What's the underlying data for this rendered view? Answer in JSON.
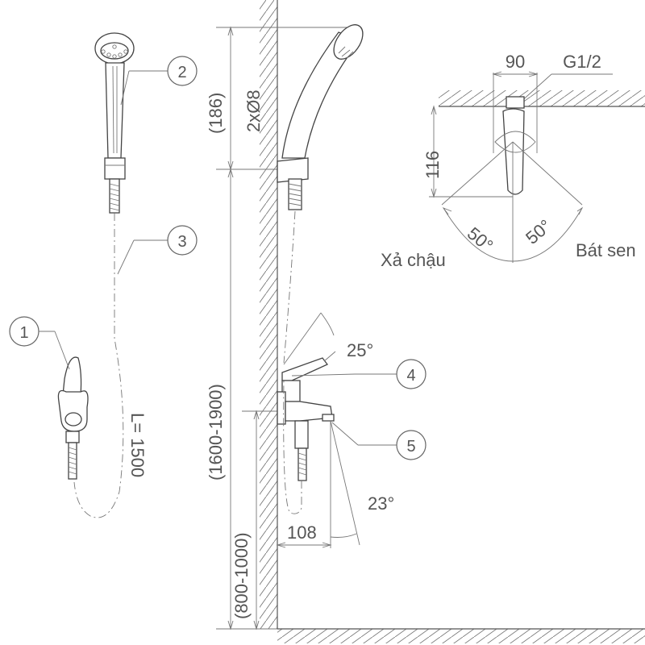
{
  "callouts": {
    "c1": "1",
    "c2": "2",
    "c3": "3",
    "c4": "4",
    "c5": "5"
  },
  "dimensions": {
    "hose_length": "L= 1500",
    "head_height": "(186)",
    "hose_diameter": "2xØ8",
    "holder_height": "(1600-1900)",
    "faucet_height": "(800-1000)",
    "lever_angle": "25°",
    "spout_angle": "23°",
    "spout_reach": "108",
    "top_width": "90",
    "thread": "G1/2",
    "top_height": "116",
    "left_angle": "50°",
    "right_angle": "50°"
  },
  "labels": {
    "left_outlet": "Xả chậu",
    "right_outlet": "Bát sen"
  }
}
